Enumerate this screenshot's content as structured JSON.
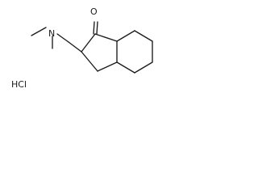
{
  "structure": {
    "atoms": {
      "nitrogen": "N",
      "oxygen": "O",
      "salt": "HCl"
    }
  }
}
